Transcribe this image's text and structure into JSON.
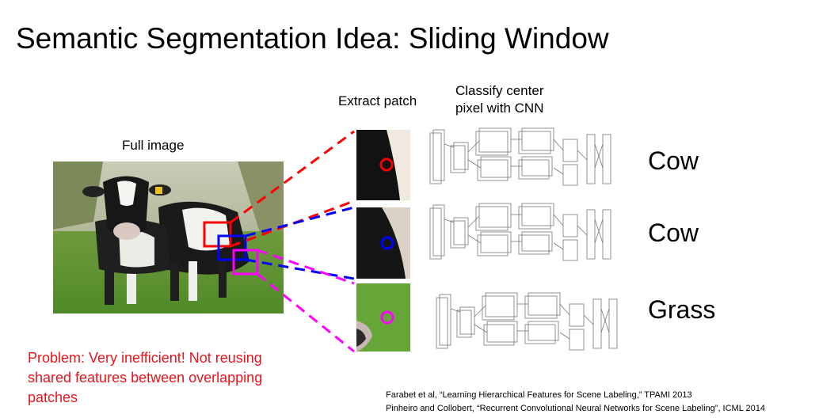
{
  "title": "Semantic Segmentation Idea: Sliding Window",
  "full_image_label": "Full image",
  "extract_label": "Extract patch",
  "classify_label_line1": "Classify center",
  "classify_label_line2": "pixel with CNN",
  "classes": [
    "Cow",
    "Cow",
    "Grass"
  ],
  "patch_colors": [
    "#ff0000",
    "#0000ff",
    "#ff00ff"
  ],
  "problem_text": "Problem: Very inefficient! Not reusing shared features between overlapping patches",
  "references": [
    "Farabet et al, “Learning Hierarchical Features for Scene Labeling,” TPAMI 2013",
    "Pinheiro and Collobert, “Recurrent Convolutional Neural Networks for Scene Labeling”, ICML 2014"
  ]
}
